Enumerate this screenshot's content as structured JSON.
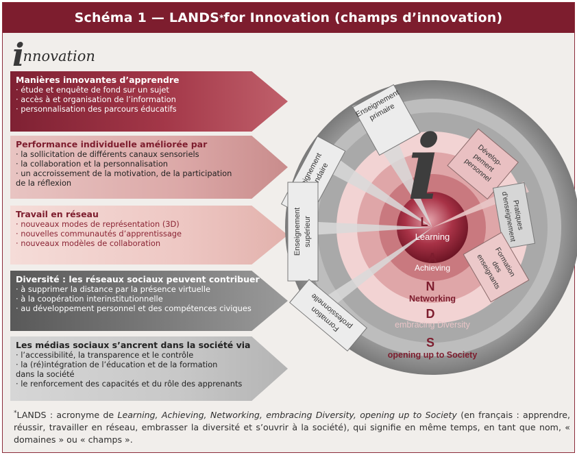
{
  "title": {
    "prefix": "Schéma 1 —  LANDS",
    "star": "*",
    "suffix": " for Innovation (champs d’innovation)"
  },
  "innovation_word": {
    "big_letter": "i",
    "rest": "nnovation"
  },
  "arrows": [
    {
      "heading": "Manières innovantes d’apprendre",
      "items": [
        "· étude et enquête de fond sur un sujet",
        "· accès à et organisation de l’information",
        "· personnalisation des parcours éducatifs"
      ]
    },
    {
      "heading": "Performance individuelle améliorée par",
      "items": [
        "· la sollicitation de différents canaux sensoriels",
        "· la collaboration et la personnalisation",
        "· un accroissement de la motivation, de la participation",
        "de la réflexion"
      ]
    },
    {
      "heading": "Travail en réseau",
      "items": [
        "· nouveaux modes de représentation (3D)",
        "· nouvelles communautés d’apprentissage",
        "· nouveaux modèles de collaboration"
      ]
    },
    {
      "heading": "Diversité : les réseaux sociaux peuvent contribuer",
      "items": [
        "· à supprimer la distance par la présence virtuelle",
        "· à la coopération interinstitutionnelle",
        "· au développement personnel et des compétences civiques"
      ]
    },
    {
      "heading": "Les médias sociaux s’ancrent dans la société via",
      "items": [
        "· l’accessibilité, la transparence et le contrôle",
        "· la (ré)intégration de l’éducation et de la formation",
        "dans la société",
        "· le renforcement des capacités et du rôle des apprenants"
      ]
    }
  ],
  "diagram": {
    "big_i": "i",
    "sectors": {
      "primaire": [
        "Enseignement",
        "primaire"
      ],
      "secondaire": [
        "Enseignement",
        "secondaire"
      ],
      "superieur": [
        "Enseignement",
        "supérieur"
      ],
      "professionnelle": [
        "Formation",
        "professionnelle"
      ],
      "developpement": [
        "Dévelop-",
        "pement",
        "personnel"
      ],
      "pratiques": [
        "Pratiques",
        "d’enseignement"
      ],
      "formation_enseignants": [
        "Formation",
        "des",
        "enseignants"
      ]
    },
    "lands": [
      {
        "letter": "L",
        "word": "Learning"
      },
      {
        "letter": "A",
        "word": "Achieving"
      },
      {
        "letter": "N",
        "word": "Networking"
      },
      {
        "letter": "D",
        "word": "embracing Diversity"
      },
      {
        "letter": "S",
        "word": "opening up to Society"
      }
    ]
  },
  "footnote": {
    "star": "*",
    "lead": "LANDS : acronyme de ",
    "italic": "Learning, Achieving, Networking, embracing Diversity, opening up to Society",
    "tail": " (en français : apprendre, réussir, travailler en réseau, embrasser la diversité et s’ouvrir à la société), qui signifie en même temps, en tant que nom, « domaines » ou « champs »."
  },
  "colors": {
    "brand": "#7d1d2e",
    "dark_red": "#8a2434",
    "rose": "#d9a2a4",
    "grey_dark": "#6e6e6e",
    "grey_light": "#c9c9c9"
  }
}
